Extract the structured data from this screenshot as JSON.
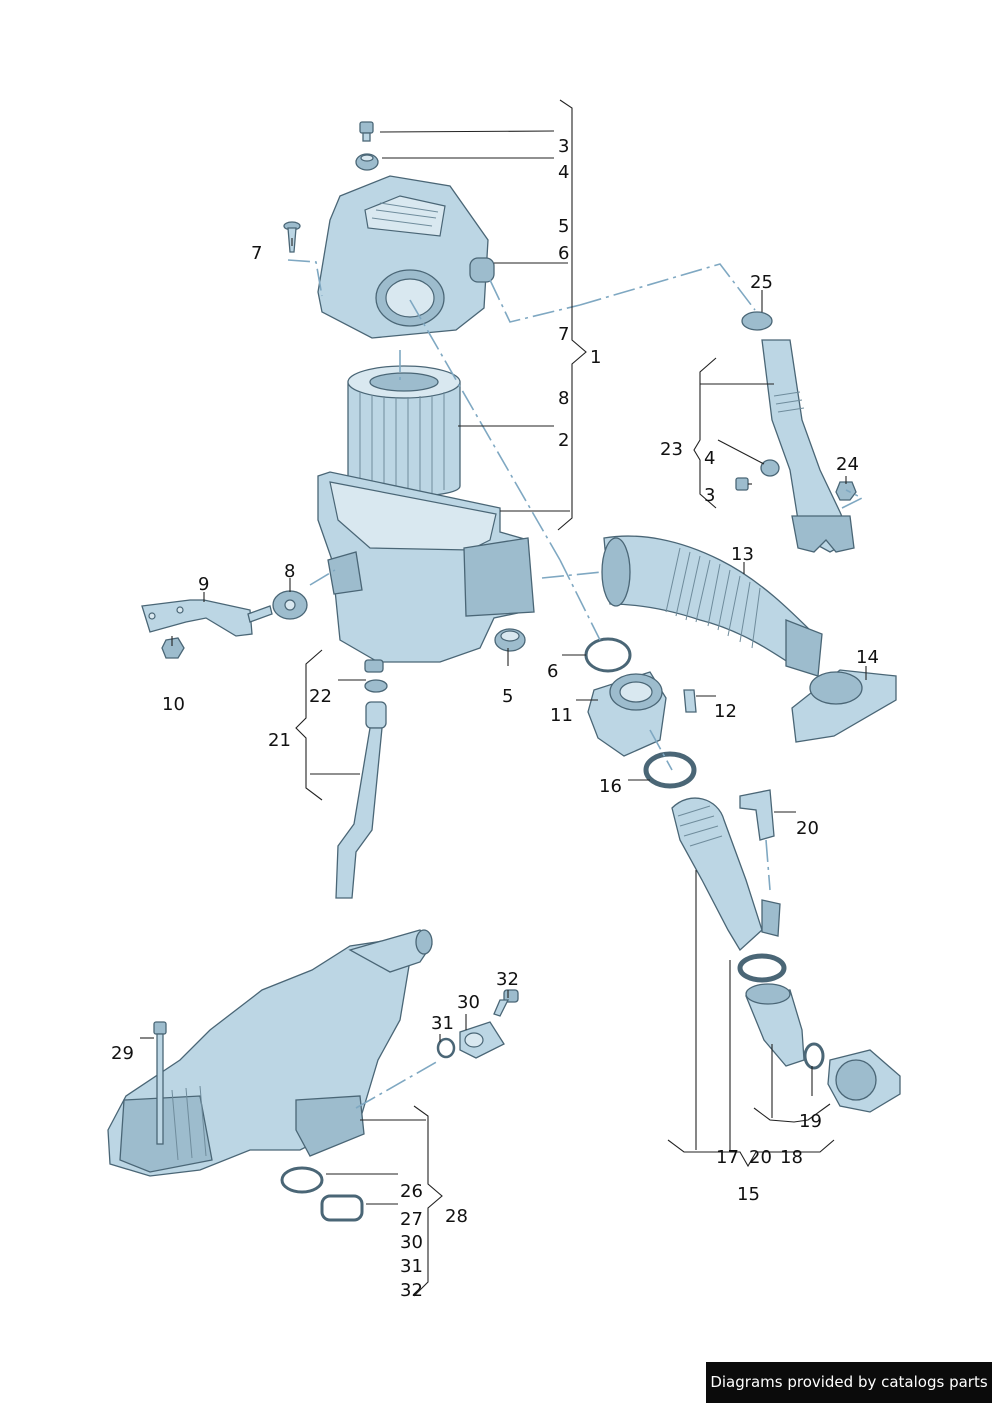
{
  "callouts": [
    {
      "id": "c3a",
      "text": "3"
    },
    {
      "id": "c4a",
      "text": "4"
    },
    {
      "id": "c5a",
      "text": "5"
    },
    {
      "id": "c6a",
      "text": "6"
    },
    {
      "id": "c7a",
      "text": "7"
    },
    {
      "id": "c7b",
      "text": "7"
    },
    {
      "id": "c8a",
      "text": "8"
    },
    {
      "id": "c2",
      "text": "2"
    },
    {
      "id": "c1",
      "text": "1"
    },
    {
      "id": "c25",
      "text": "25"
    },
    {
      "id": "c23",
      "text": "23"
    },
    {
      "id": "c4b",
      "text": "4"
    },
    {
      "id": "c3b",
      "text": "3"
    },
    {
      "id": "c24",
      "text": "24"
    },
    {
      "id": "c9",
      "text": "9"
    },
    {
      "id": "c8b",
      "text": "8"
    },
    {
      "id": "c10",
      "text": "10"
    },
    {
      "id": "c13",
      "text": "13"
    },
    {
      "id": "c14",
      "text": "14"
    },
    {
      "id": "c6b",
      "text": "6"
    },
    {
      "id": "c11",
      "text": "11"
    },
    {
      "id": "c12",
      "text": "12"
    },
    {
      "id": "c5b",
      "text": "5"
    },
    {
      "id": "c22",
      "text": "22"
    },
    {
      "id": "c21",
      "text": "21"
    },
    {
      "id": "c16",
      "text": "16"
    },
    {
      "id": "c20a",
      "text": "20"
    },
    {
      "id": "c32a",
      "text": "32"
    },
    {
      "id": "c30a",
      "text": "30"
    },
    {
      "id": "c31a",
      "text": "31"
    },
    {
      "id": "c29",
      "text": "29"
    },
    {
      "id": "c19",
      "text": "19"
    },
    {
      "id": "c17",
      "text": "17"
    },
    {
      "id": "c20b",
      "text": "20"
    },
    {
      "id": "c18",
      "text": "18"
    },
    {
      "id": "c15",
      "text": "15"
    },
    {
      "id": "c26",
      "text": "26"
    },
    {
      "id": "c27",
      "text": "27"
    },
    {
      "id": "c28",
      "text": "28"
    },
    {
      "id": "c30b",
      "text": "30"
    },
    {
      "id": "c31b",
      "text": "31"
    },
    {
      "id": "c32b",
      "text": "32"
    }
  ],
  "footer": {
    "credit": "Diagrams provided by catalogs parts"
  },
  "colors": {
    "part_fill": "#bcd6e4",
    "part_outline": "#4a6676",
    "dash_line": "#7fa8c2",
    "credit_bg": "#0b0b0b"
  }
}
